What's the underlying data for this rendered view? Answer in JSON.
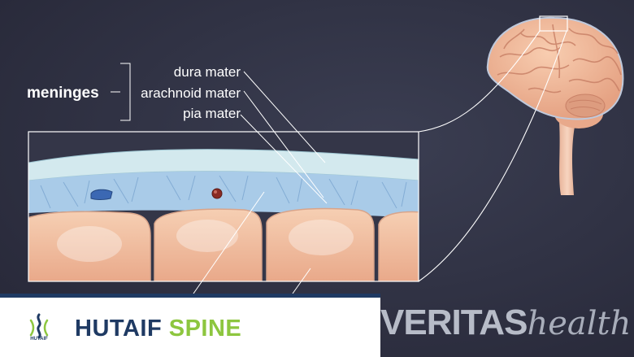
{
  "labels": {
    "group": "meninges",
    "dura": "dura mater",
    "arachnoid": "arachnoid mater",
    "pia": "pia mater"
  },
  "footer": {
    "brand_part1": "HUTAIF",
    "brand_part2": "SPINE",
    "logo_text": "HUTAIF"
  },
  "watermark": {
    "part1": "VERITAS",
    "part2": "health"
  },
  "colors": {
    "background": "#2f3142",
    "brain": "#f0b999",
    "brand_blue": "#1f3a63",
    "brand_green": "#8dc63f"
  }
}
